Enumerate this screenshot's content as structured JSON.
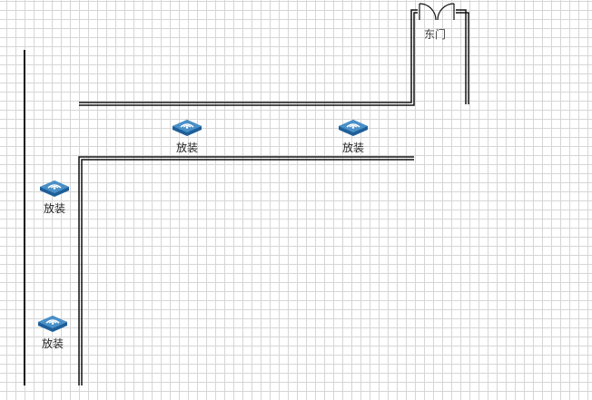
{
  "door": {
    "label": "东门"
  },
  "access_points": [
    {
      "label": "放装",
      "icon": "access-point-icon"
    },
    {
      "label": "放装",
      "icon": "access-point-icon"
    },
    {
      "label": "放装",
      "icon": "access-point-icon"
    },
    {
      "label": "放装",
      "icon": "access-point-icon"
    }
  ],
  "colors": {
    "wall": "#111111",
    "ap_top": "#4a90c8",
    "ap_side": "#1f5f99",
    "grid": "#d6d6d6"
  }
}
